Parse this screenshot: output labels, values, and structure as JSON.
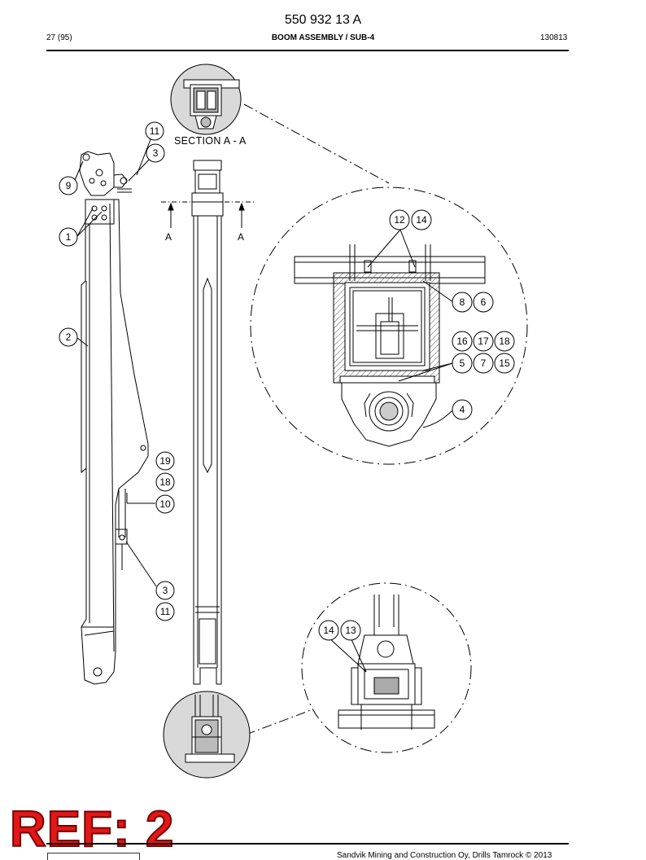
{
  "header": {
    "doc_number": "550 932 13 A",
    "page": "27 (95)",
    "title": "BOOM ASSEMBLY / SUB-4",
    "code": "130813"
  },
  "section_label": "SECTION  A - A",
  "cut_marks": [
    "A",
    "A"
  ],
  "callouts": {
    "main_view": [
      "11",
      "3",
      "9",
      "1",
      "2",
      "19",
      "18",
      "10",
      "3",
      "11"
    ],
    "section_detail": [
      "12",
      "14",
      "8",
      "6",
      "16",
      "17",
      "18",
      "5",
      "7",
      "15",
      "4"
    ],
    "end_detail": [
      "14",
      "13"
    ]
  },
  "stamp": "REF: 2",
  "footer": "Sandvik Mining and Construction Oy, Drills Tamrock © 2013"
}
